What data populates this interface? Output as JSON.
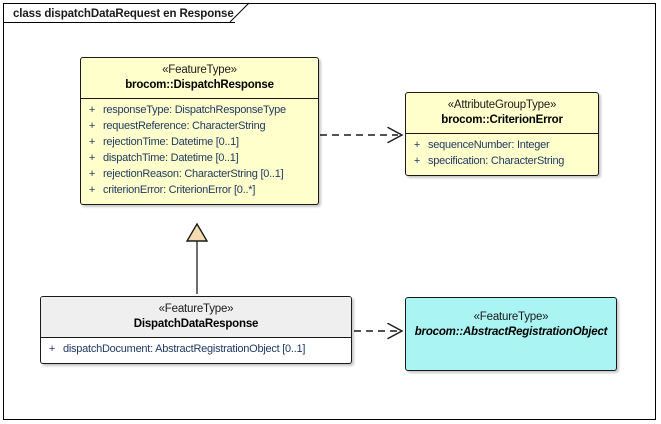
{
  "diagram": {
    "frame_title": "class dispatchDataRequest en Response",
    "type": "uml-class-diagram"
  },
  "nodes": {
    "dispatch_response": {
      "stereotype": "«FeatureType»",
      "name": "brocom::DispatchResponse",
      "attributes": [
        {
          "visibility": "+",
          "text": "responseType: DispatchResponseType"
        },
        {
          "visibility": "+",
          "text": "requestReference: CharacterString"
        },
        {
          "visibility": "+",
          "text": "rejectionTime: Datetime [0..1]"
        },
        {
          "visibility": "+",
          "text": "dispatchTime: Datetime [0..1]"
        },
        {
          "visibility": "+",
          "text": "rejectionReason: CharacterString [0..1]"
        },
        {
          "visibility": "+",
          "text": "criterionError: CriterionError [0..*]"
        }
      ],
      "fill_color": "#ffffcc"
    },
    "criterion_error": {
      "stereotype": "«AttributeGroupType»",
      "name": "brocom::CriterionError",
      "attributes": [
        {
          "visibility": "+",
          "text": "sequenceNumber: Integer"
        },
        {
          "visibility": "+",
          "text": "specification: CharacterString"
        }
      ],
      "fill_color": "#ffffcc"
    },
    "dispatch_data_response": {
      "stereotype": "«FeatureType»",
      "name": "DispatchDataResponse",
      "attributes": [
        {
          "visibility": "+",
          "text": "dispatchDocument: AbstractRegistrationObject [0..1]"
        }
      ],
      "fill_color": "#ffffff"
    },
    "abstract_registration_object": {
      "stereotype": "«FeatureType»",
      "name": "brocom::AbstractRegistrationObject",
      "attributes": [],
      "fill_color": "#aaf4f4"
    }
  },
  "connectors": [
    {
      "id": "dep-dispatchresponse-criterionerror",
      "kind": "dependency",
      "style": "dashed-open-arrow",
      "from": "dispatch_response",
      "to": "criterion_error",
      "label": ""
    },
    {
      "id": "gen-dispatchdataresponse-dispatchresponse",
      "kind": "generalization",
      "style": "solid-hollow-triangle",
      "from": "dispatch_data_response",
      "to": "dispatch_response",
      "label": ""
    },
    {
      "id": "dep-dispatchdataresponse-abstractregistrationobject",
      "kind": "dependency",
      "style": "dashed-open-arrow",
      "from": "dispatch_data_response",
      "to": "abstract_registration_object",
      "label": ""
    }
  ],
  "colors": {
    "class_yellow": "#ffffcc",
    "class_cyan": "#aaf4f4",
    "class_white": "#ffffff",
    "border": "#1a1a1a",
    "attribute_text": "#1f3a63",
    "generalization_fill": "#f5dcb0"
  }
}
